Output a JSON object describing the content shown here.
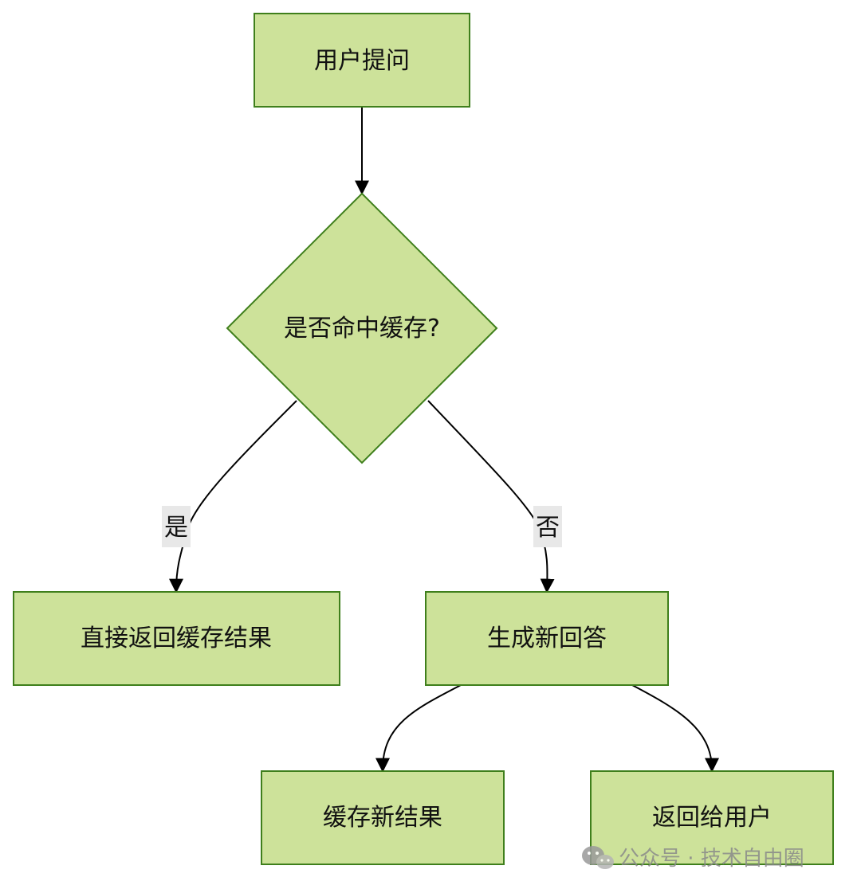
{
  "diagram": {
    "type": "flowchart",
    "colors": {
      "node_fill": "#cde29a",
      "node_border": "#3f7f1c",
      "edge": "#000000",
      "label_bg": "#e8e8e8"
    },
    "nodes": {
      "user_question": "用户提问",
      "cache_hit": "是否命中缓存?",
      "return_cached": "直接返回缓存结果",
      "generate_new": "生成新回答",
      "cache_new": "缓存新结果",
      "return_to_user": "返回给用户"
    },
    "edges": [
      {
        "from": "user_question",
        "to": "cache_hit",
        "label": ""
      },
      {
        "from": "cache_hit",
        "to": "return_cached",
        "label": "是"
      },
      {
        "from": "cache_hit",
        "to": "generate_new",
        "label": "否"
      },
      {
        "from": "generate_new",
        "to": "cache_new",
        "label": ""
      },
      {
        "from": "generate_new",
        "to": "return_to_user",
        "label": ""
      }
    ],
    "edge_labels": {
      "yes": "是",
      "no": "否"
    }
  },
  "watermark": {
    "icon": "wechat-icon",
    "text": "公众号 · 技术自由圈"
  }
}
